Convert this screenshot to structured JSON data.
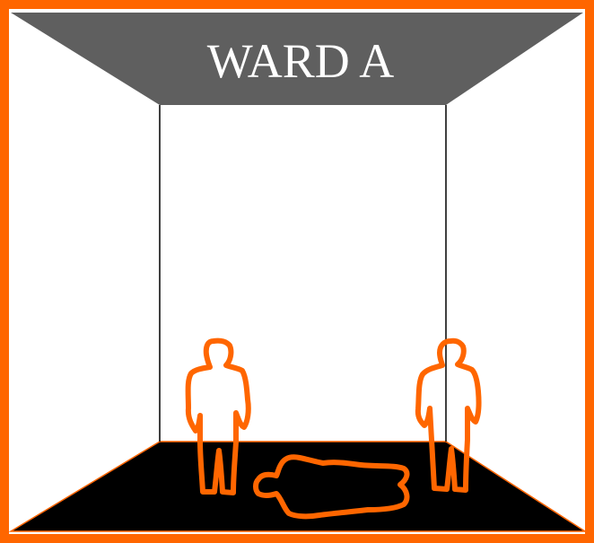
{
  "room": {
    "title": "WARD A"
  },
  "colors": {
    "frame": "#FF6600",
    "ceiling": "#5F5F5F",
    "floor": "#000000",
    "walls": "#FFFFFF",
    "figure_outline": "#FF6600",
    "title_text": "#FFFFFF"
  },
  "figures": [
    {
      "name": "standing-figure-left",
      "pose": "standing"
    },
    {
      "name": "lying-figure",
      "pose": "lying"
    },
    {
      "name": "standing-figure-right",
      "pose": "standing"
    }
  ]
}
